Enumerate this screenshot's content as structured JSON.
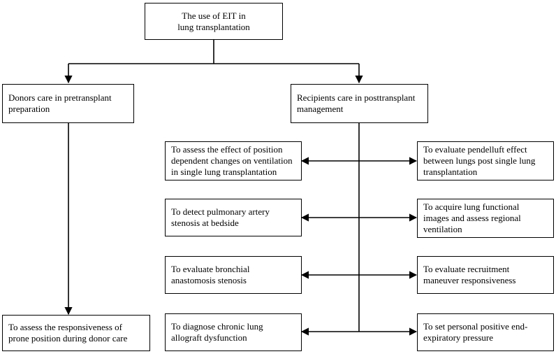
{
  "diagram": {
    "root": {
      "text": "The use of EIT in\nlung transplantation"
    },
    "donors": {
      "text": "Donors care in pretransplant\npreparation"
    },
    "recipients": {
      "text": "Recipients care in posttransplant\nmanagement"
    },
    "donor_leaf": {
      "text": "To assess the responsiveness of\nprone position during donor care"
    },
    "recipient_left": [
      {
        "text": "To assess the effect of position\ndependent changes on ventilation\nin single lung transplantation"
      },
      {
        "text": "To detect pulmonary artery\nstenosis at bedside"
      },
      {
        "text": "To evaluate bronchial\nanastomosis stenosis"
      },
      {
        "text": "To diagnose chronic lung\nallograft dysfunction"
      }
    ],
    "recipient_right": [
      {
        "text": "To evaluate pendelluft effect\nbetween lungs post single lung\ntransplantation"
      },
      {
        "text": "To acquire lung functional\nimages and assess regional\nventilation"
      },
      {
        "text": "To evaluate recruitment\nmaneuver responsiveness"
      },
      {
        "text": "To set personal positive end-\nexpiratory pressure"
      }
    ],
    "colors": {
      "line": "#000000",
      "box_border": "#000000",
      "background": "#ffffff"
    }
  }
}
